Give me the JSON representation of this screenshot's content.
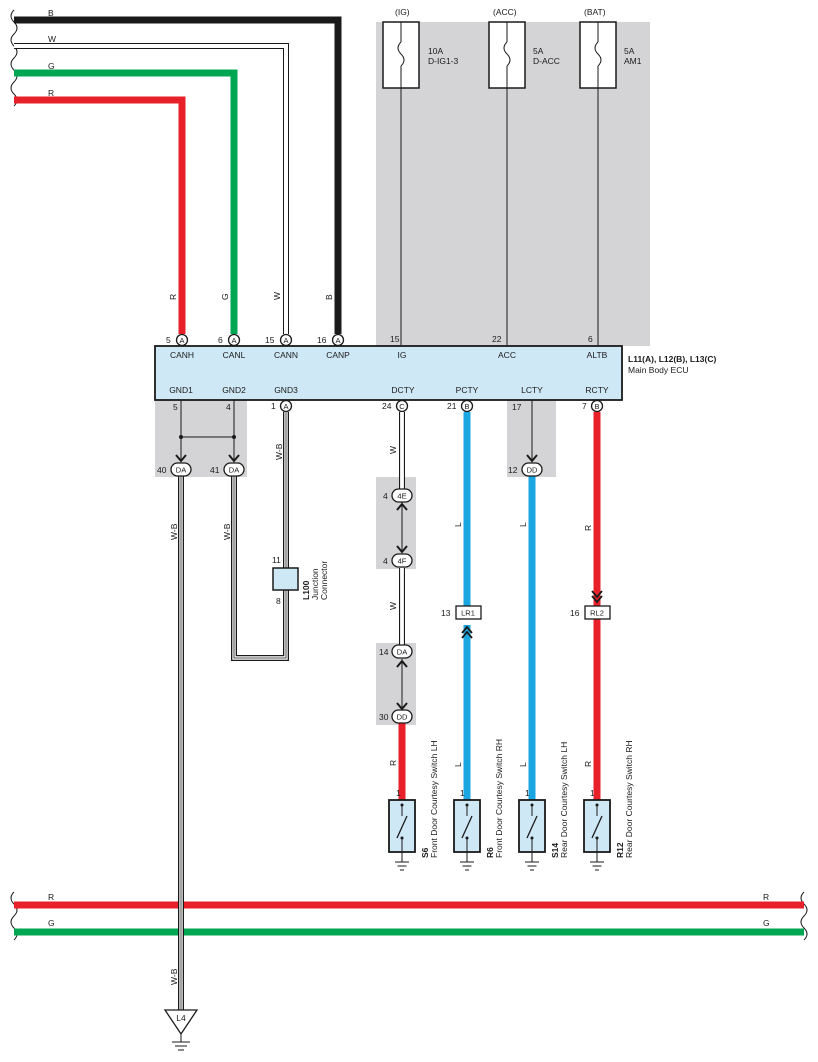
{
  "colors": {
    "black": "#1a1a1a",
    "red": "#e8202a",
    "green": "#00a651",
    "blue": "#1aa6e0",
    "white": "#ffffff",
    "shade": "#d4d4d6",
    "ecu_fill": "#cfe8f5",
    "component_fill": "#cfe8f5"
  },
  "bus_wires": {
    "top": [
      {
        "code": "B",
        "color": "black"
      },
      {
        "code": "W",
        "color": "white"
      },
      {
        "code": "G",
        "color": "green"
      },
      {
        "code": "R",
        "color": "red"
      }
    ],
    "bottom": [
      {
        "code": "R",
        "color": "red"
      },
      {
        "code": "G",
        "color": "green"
      }
    ]
  },
  "fuses": [
    {
      "source": "(IG)",
      "rating": "10A",
      "name": "D-IG1-3"
    },
    {
      "source": "(ACC)",
      "rating": "5A",
      "name": "D-ACC"
    },
    {
      "source": "(BAT)",
      "rating": "5A",
      "name": "AM1"
    }
  ],
  "ecu": {
    "title": "L11(A), L12(B), L13(C)",
    "subtitle": "Main Body ECU",
    "top_pins": [
      {
        "num": "5",
        "conn": "A",
        "name": "CANH",
        "wire": "R"
      },
      {
        "num": "6",
        "conn": "A",
        "name": "CANL",
        "wire": "G"
      },
      {
        "num": "15",
        "conn": "A",
        "name": "CANN",
        "wire": "W"
      },
      {
        "num": "16",
        "conn": "A",
        "name": "CANP",
        "wire": "B"
      },
      {
        "num": "15",
        "conn": "",
        "name": "IG",
        "wire": ""
      },
      {
        "num": "22",
        "conn": "",
        "name": "ACC",
        "wire": ""
      },
      {
        "num": "6",
        "conn": "",
        "name": "ALTB",
        "wire": ""
      }
    ],
    "bottom_pins": [
      {
        "num": "5",
        "conn": "",
        "name": "GND1"
      },
      {
        "num": "4",
        "conn": "",
        "name": "GND2"
      },
      {
        "num": "1",
        "conn": "A",
        "name": "GND3"
      },
      {
        "num": "24",
        "conn": "C",
        "name": "DCTY"
      },
      {
        "num": "21",
        "conn": "B",
        "name": "PCTY"
      },
      {
        "num": "17",
        "conn": "",
        "name": "LCTY"
      },
      {
        "num": "7",
        "conn": "B",
        "name": "RCTY"
      }
    ]
  },
  "connectors": {
    "gnd_da_40": {
      "num": "40",
      "code": "DA"
    },
    "gnd_da_41": {
      "num": "41",
      "code": "DA"
    },
    "dcty_4e": {
      "num": "4",
      "code": "4E"
    },
    "dcty_4f": {
      "num": "4",
      "code": "4F"
    },
    "dcty_da": {
      "num": "14",
      "code": "DA"
    },
    "dcty_dd": {
      "num": "30",
      "code": "DD"
    },
    "lcty_dd": {
      "num": "12",
      "code": "DD"
    },
    "pcty_lr1": {
      "num": "13",
      "code": "LR1"
    },
    "rcty_rl2": {
      "num": "16",
      "code": "RL2"
    }
  },
  "junction": {
    "id": "L100",
    "name": "Junction",
    "name2": "Connector",
    "pin_top": "11",
    "pin_bottom": "8"
  },
  "wire_labels": {
    "gnd1": "W-B",
    "gnd2": "W-B",
    "gnd3": "W-B",
    "dcty_upper": "W",
    "dcty_mid": "W",
    "dcty_lower": "R",
    "pcty_upper": "L",
    "pcty_lower": "L",
    "lcty_upper": "L",
    "lcty_lower": "L",
    "rcty_upper": "R",
    "rcty_lower": "R",
    "ground_drop": "W-B"
  },
  "switches": [
    {
      "id": "S6",
      "name": "Front Door Courtesy Switch LH",
      "pin": "1"
    },
    {
      "id": "R6",
      "name": "Front Door Courtesy Switch RH",
      "pin": "1"
    },
    {
      "id": "S14",
      "name": "Rear Door Courtesy Switch LH",
      "pin": "1"
    },
    {
      "id": "R12",
      "name": "Rear Door Courtesy Switch RH",
      "pin": "1"
    }
  ],
  "ground_point": "L4"
}
